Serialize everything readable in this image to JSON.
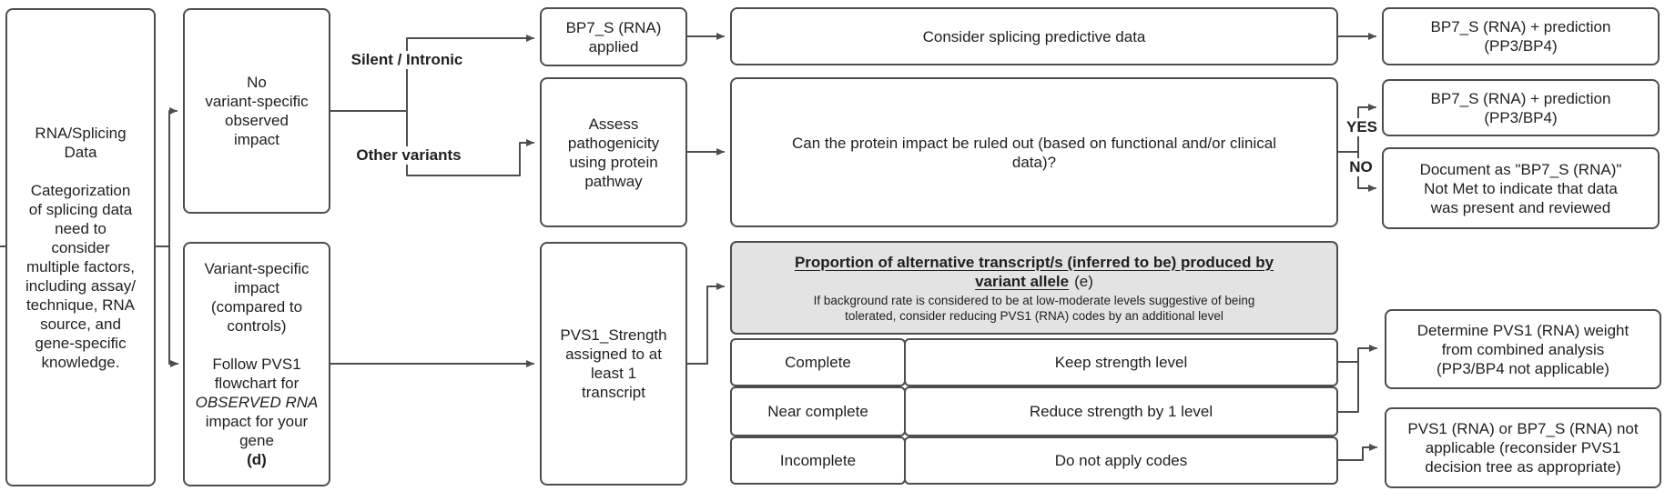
{
  "diagram": {
    "nodes": {
      "rna_splicing": {
        "title": [
          "RNA/Splicing",
          "Data"
        ],
        "body": [
          "Categorization",
          "of splicing data",
          "need to",
          "consider",
          "multiple factors,",
          "including assay/",
          "technique, RNA",
          "source, and",
          "gene-specific",
          "knowledge."
        ]
      },
      "no_variant_impact": {
        "text": [
          "No",
          "variant-specific",
          "observed",
          "impact"
        ]
      },
      "variant_specific": {
        "p1": [
          "Variant-specific",
          "impact",
          "(compared to",
          "controls)"
        ],
        "follow_pre": [
          "Follow PVS1",
          "flowchart for"
        ],
        "observed_italic": "OBSERVED RNA",
        "follow_post": [
          "impact for your",
          "gene"
        ],
        "footnote": "(d)"
      },
      "bp7_applied": {
        "text": [
          "BP7_S (RNA)",
          "applied"
        ]
      },
      "assess_pathogenicity": {
        "text": [
          "Assess",
          "pathogenicity",
          "using protein",
          "pathway"
        ]
      },
      "consider_splicing": {
        "text": "Consider splicing predictive data"
      },
      "protein_impact_question": {
        "text": [
          "Can the protein impact be ruled out (based on functional and/or clinical",
          "data)?"
        ]
      },
      "bp7_prediction_top": {
        "text": [
          "BP7_S (RNA) + prediction",
          "(PP3/BP4)"
        ]
      },
      "bp7_prediction_yes": {
        "text": [
          "BP7_S (RNA) + prediction",
          "(PP3/BP4)"
        ]
      },
      "document_not_met": {
        "text": [
          "Document as \"BP7_S (RNA)\"",
          "Not Met to indicate that data",
          "was present and reviewed"
        ]
      },
      "pvs1_strength": {
        "text": [
          "PVS1_Strength",
          "assigned to at",
          "least 1",
          "transcript"
        ]
      },
      "determine_weight": {
        "text": [
          "Determine PVS1 (RNA) weight",
          "from combined analysis",
          "(PP3/BP4 not applicable)"
        ]
      },
      "not_applicable": {
        "text": [
          "PVS1 (RNA) or BP7_S (RNA) not",
          "applicable (reconsider PVS1",
          "decision tree as appropriate)"
        ]
      }
    },
    "branch_labels": {
      "silent_intronic": "Silent / Intronic",
      "other_variants": "Other variants",
      "yes": "YES",
      "no": "NO"
    },
    "table": {
      "header": {
        "title_line1": "Proportion of alternative transcript/s (inferred to be) produced by",
        "title_line2": "variant allele",
        "suffix": "(e)",
        "subtitle": [
          "If background rate is considered to be at low-moderate levels suggestive of being",
          "tolerated, consider reducing PVS1 (RNA) codes by an additional level"
        ]
      },
      "rows": [
        {
          "proportion": "Complete",
          "action": "Keep strength level"
        },
        {
          "proportion": "Near complete",
          "action": "Reduce strength by 1 level"
        },
        {
          "proportion": "Incomplete",
          "action": "Do not apply codes"
        }
      ]
    },
    "colors": {
      "border": "#4d4d4d",
      "header_fill": "#e3e3e3",
      "text": "#1f1f1f",
      "background": "#ffffff"
    }
  }
}
